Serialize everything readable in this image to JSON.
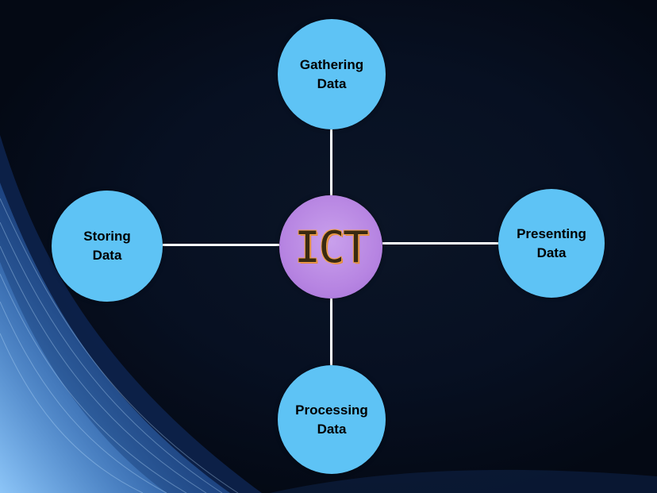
{
  "diagram": {
    "center": {
      "label": "ICT"
    },
    "nodes": {
      "top": {
        "label": "Gathering\nData"
      },
      "left": {
        "label": "Storing\nData"
      },
      "right": {
        "label": "Presenting\nData"
      },
      "bottom": {
        "label": "Processing\nData"
      }
    }
  },
  "colors": {
    "background": "#050a17",
    "node_fill": "#5ec3f5",
    "center_fill": "#b785e2",
    "center_text_outline": "#f0a050",
    "connector": "#ffffff"
  }
}
